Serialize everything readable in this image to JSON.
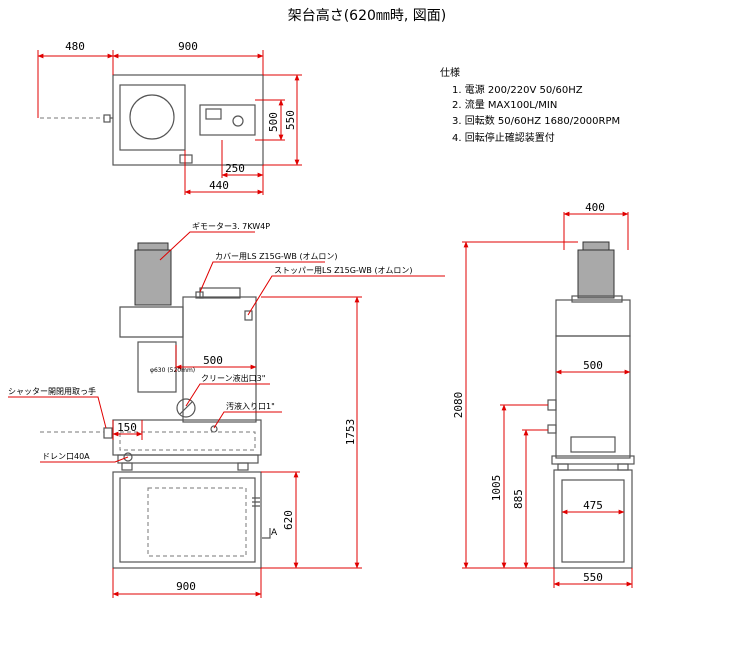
{
  "title": "架台高さ(620㎜時, 図面)",
  "spec": {
    "heading": "仕様",
    "items": [
      "1. 電源 200/220V 50/60HZ",
      "2. 流量 MAX100L/MIN",
      "3. 回転数 50/60HZ 1680/2000RPM",
      "4. 回転停止確認装置付"
    ]
  },
  "top_view": {
    "dim_480": "480",
    "dim_900": "900",
    "dim_500": "500",
    "dim_550": "550",
    "dim_250": "250",
    "dim_440": "440"
  },
  "front_view": {
    "motor_label": "ギモーター3. 7KW4P",
    "cover_switch_label": "カバー用LS Z15G-WB (オムロン)",
    "stopper_switch_label": "ストッパー用LS Z15G-WB (オムロン)",
    "dim_500": "500",
    "inner_label": "φ630 (520mm)",
    "clean_outlet_label": "クリーン液出口3\"",
    "dirty_inlet_label": "汚液入り口1\"",
    "shutter_label": "シャッター開閉用取っ手",
    "dim_150": "150",
    "drain_label": "ドレン口40A",
    "dim_1753": "1753",
    "dim_620": "620",
    "dim_900": "900"
  },
  "side_view": {
    "dim_400": "400",
    "dim_500": "500",
    "dim_2080": "2080",
    "dim_1005": "1005",
    "dim_885": "885",
    "dim_475": "475",
    "dim_550": "550"
  },
  "colors": {
    "dimension": "#e00000",
    "outline": "#555555",
    "motor_fill": "#a9a9a9"
  }
}
